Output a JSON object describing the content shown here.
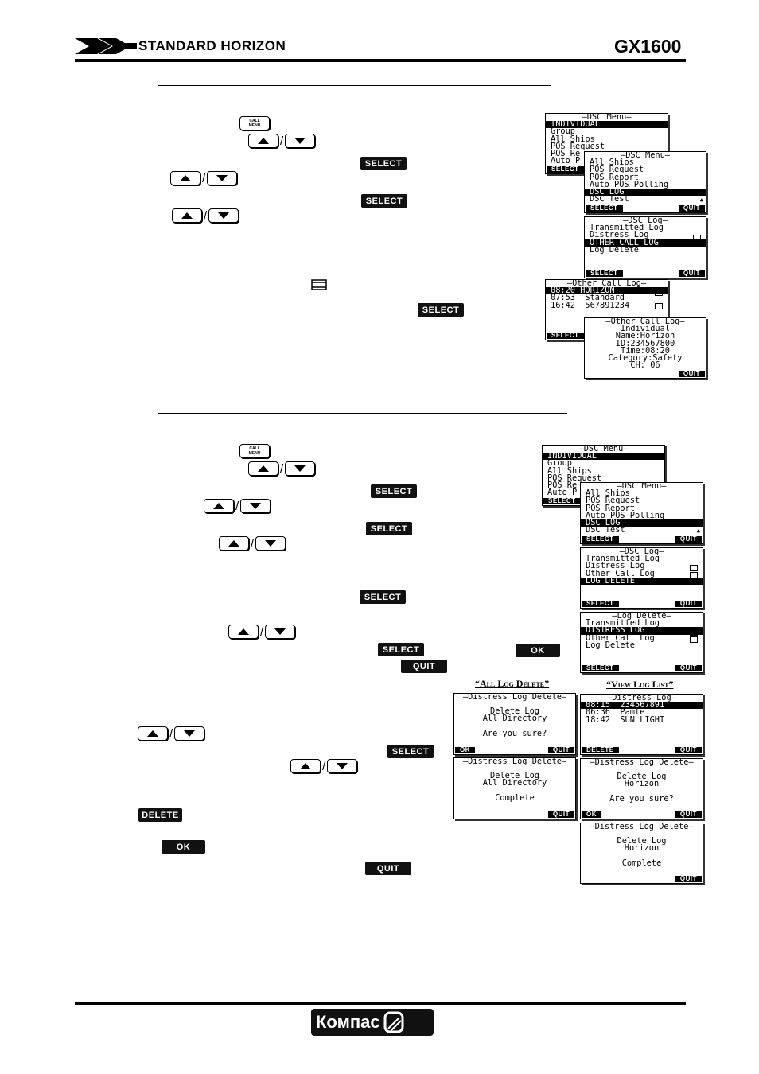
{
  "header": {
    "brand": "STANDARD HORIZON",
    "model": "GX1600"
  },
  "keys": {
    "select": "SELECT",
    "call_top": "CALL",
    "call_bottom": "MENU",
    "ok": "OK",
    "quit": "QUIT",
    "delete": "DELETE"
  },
  "icons": {
    "up": "up-arrow-key-icon",
    "down": "down-arrow-key-icon",
    "envelope": "envelope-icon"
  },
  "screens": {
    "dsc_menu_1": {
      "title": "—DSC Menu—",
      "items": [
        "INDIVIDUAL",
        "Group",
        "All Ships",
        "POS Request",
        "POS Re",
        "Auto P"
      ],
      "soft_left": "SELECT"
    },
    "dsc_menu_2": {
      "title": "—DSC Menu—",
      "items": [
        "All Ships",
        "POS Request",
        "POS Report",
        "Auto POS Polling",
        "DSC LOG",
        "DSC Test"
      ],
      "soft_left": "SELECT",
      "soft_right": "QUIT"
    },
    "dsc_log": {
      "title": "—DSC Log—",
      "items": [
        "Transmitted Log",
        "Distress Log",
        "OTHER CALL LOG",
        "Log Delete"
      ],
      "soft_left": "SELECT",
      "soft_right": "QUIT"
    },
    "other_call_log": {
      "title": "—Other Call Log—",
      "items": [
        "08:20 HORIZON",
        "07:53  Standard",
        "16:42  567891234"
      ],
      "soft_left": "SELECT"
    },
    "other_call_detail": {
      "title": "—Other Call Log—",
      "lines": [
        "Individual",
        "Name:Horizon",
        "ID:234567800",
        "Time:08:20",
        "Category:Safety",
        "CH: 06"
      ],
      "soft_right": "QUIT"
    },
    "dsc_menu_3": {
      "title": "—DSC Menu—",
      "items": [
        "INDIVIDUAL",
        "Group",
        "All Ships",
        "POS Request",
        "POS Re",
        "Auto P"
      ],
      "soft_left": "SELECT"
    },
    "dsc_menu_4": {
      "title": "—DSC Menu—",
      "items": [
        "All Ships",
        "POS Request",
        "POS Report",
        "Auto POS Polling",
        "DSC LOG",
        "DSC Test"
      ],
      "soft_left": "SELECT",
      "soft_right": "QUIT"
    },
    "dsc_log_2": {
      "title": "—DSC Log—",
      "items": [
        "Transmitted Log",
        "Distress Log",
        "Other Call Log",
        "LOG DELETE"
      ],
      "soft_left": "SELECT",
      "soft_right": "QUIT"
    },
    "log_delete": {
      "title": "—Log Delete—",
      "items": [
        "Transmitted Log",
        "DISTRESS LOG",
        "Other Call Log",
        "Log Delete"
      ],
      "soft_left": "SELECT",
      "soft_right": "QUIT"
    },
    "all_delete_confirm": {
      "title": "—Distress Log Delete—",
      "lines": [
        "Delete Log",
        "All Directory",
        "",
        "Are you sure?"
      ],
      "soft_left": "OK",
      "soft_right": "QUIT"
    },
    "all_delete_complete": {
      "title": "—Distress Log Delete—",
      "lines": [
        "Delete Log",
        "All Directory",
        "",
        "Complete"
      ],
      "soft_right": "QUIT"
    },
    "distress_log": {
      "title": "—Distress Log—",
      "items": [
        "08:15  234567891",
        "06:36  Pamle",
        "18:42  SUN LIGHT"
      ],
      "soft_left": "DELETE",
      "soft_right": "QUIT"
    },
    "one_delete_confirm": {
      "title": "—Distress Log Delete—",
      "lines": [
        "Delete Log",
        "Horizon",
        "",
        "Are you sure?"
      ],
      "soft_left": "OK",
      "soft_right": "QUIT"
    },
    "one_delete_complete": {
      "title": "—Distress Log Delete—",
      "lines": [
        "Delete Log",
        "Horizon",
        "",
        "Complete"
      ],
      "soft_right": "QUIT"
    }
  },
  "labels": {
    "all_log_delete": "“All Log Delete”",
    "view_log_list": "“View Log List”"
  },
  "footer": {
    "logo": "Компас"
  }
}
